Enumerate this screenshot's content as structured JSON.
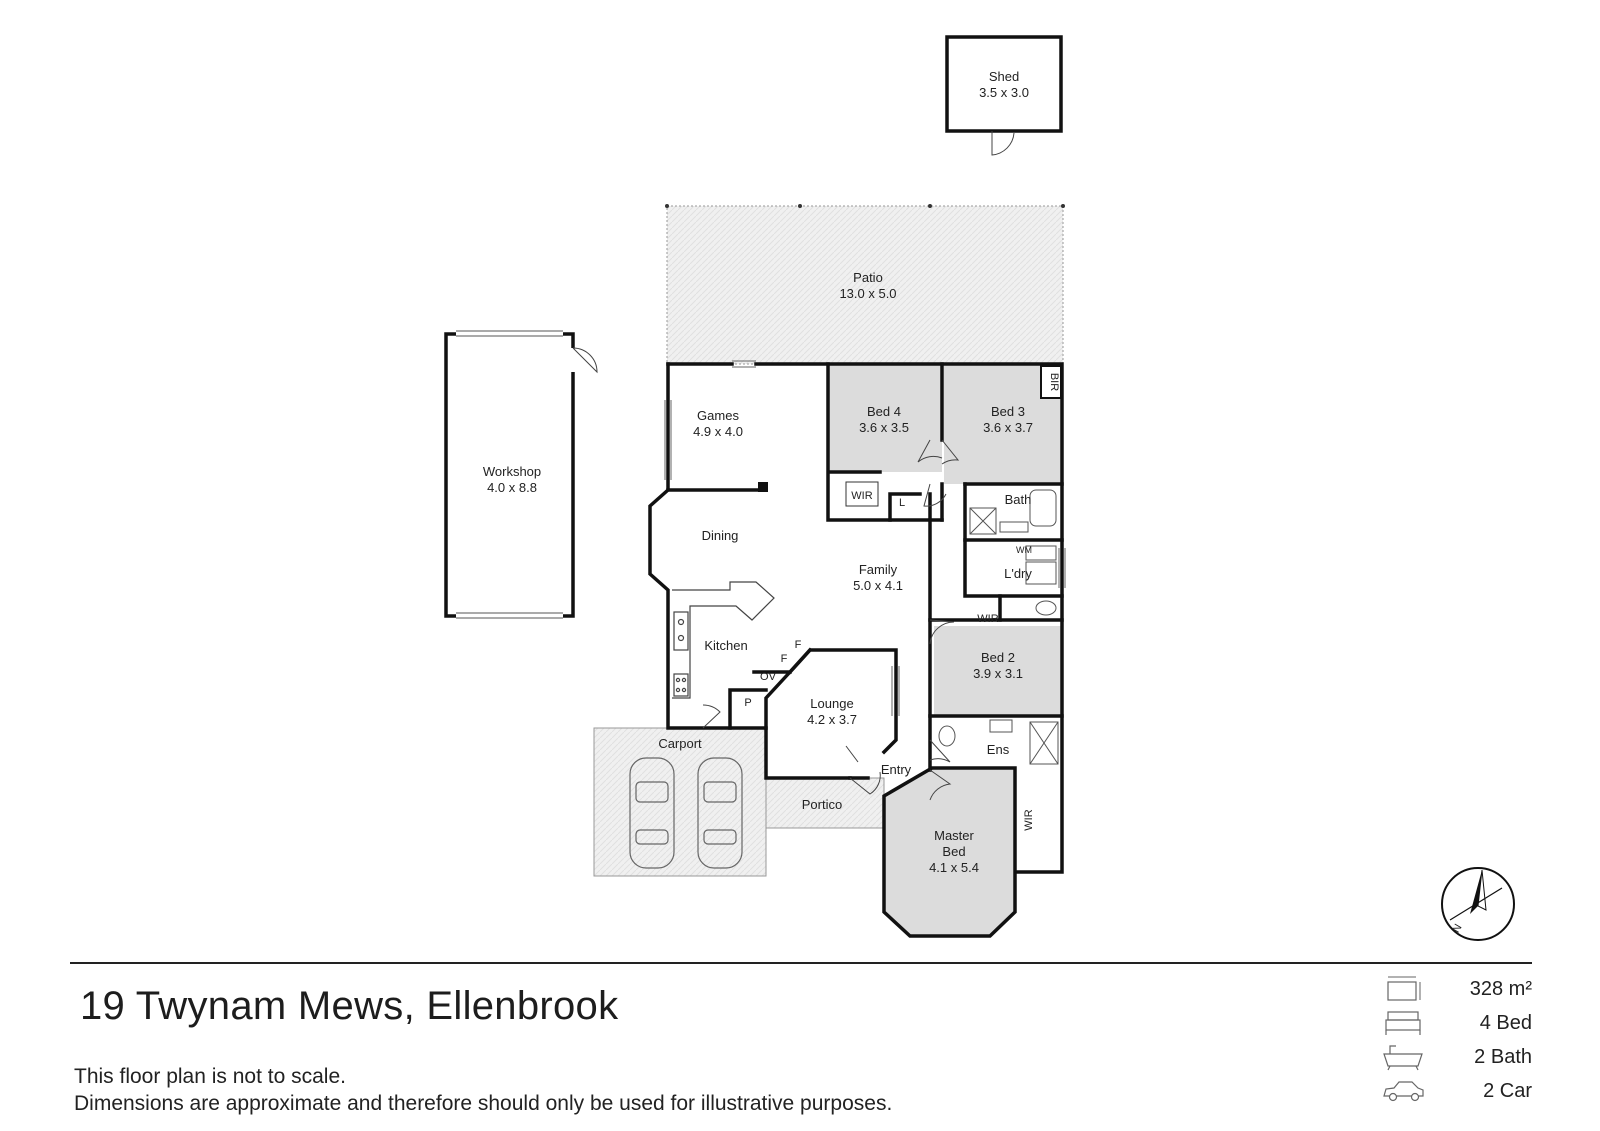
{
  "rooms": {
    "shed": {
      "name": "Shed",
      "dims": "3.5 x 3.0"
    },
    "patio": {
      "name": "Patio",
      "dims": "13.0 x 5.0"
    },
    "workshop": {
      "name": "Workshop",
      "dims": "4.0 x 8.8"
    },
    "games": {
      "name": "Games",
      "dims": "4.9 x 4.0"
    },
    "bed4": {
      "name": "Bed 4",
      "dims": "3.6 x 3.5"
    },
    "bed3": {
      "name": "Bed 3",
      "dims": "3.6 x 3.7"
    },
    "bir": {
      "name": "BIR"
    },
    "wir_bed4": {
      "name": "WIR"
    },
    "linen": {
      "name": "L"
    },
    "bath": {
      "name": "Bath"
    },
    "wm": {
      "name": "WM"
    },
    "laundry": {
      "name": "L'dry"
    },
    "dining": {
      "name": "Dining"
    },
    "family": {
      "name": "Family",
      "dims": "5.0 x 4.1"
    },
    "wir_bed2": {
      "name": "WIR"
    },
    "bed2": {
      "name": "Bed 2",
      "dims": "3.9 x 3.1"
    },
    "kitchen": {
      "name": "Kitchen"
    },
    "fridge1": {
      "name": "F"
    },
    "fridge2": {
      "name": "F"
    },
    "oven": {
      "name": "OV"
    },
    "pantry": {
      "name": "P"
    },
    "lounge": {
      "name": "Lounge",
      "dims": "4.2 x 3.7"
    },
    "ensuite": {
      "name": "Ens"
    },
    "carport": {
      "name": "Carport"
    },
    "entry": {
      "name": "Entry"
    },
    "portico": {
      "name": "Portico"
    },
    "master": {
      "name_line1": "Master",
      "name_line2": "Bed",
      "dims": "4.1 x 5.4"
    },
    "wir_master": {
      "name": "WIR"
    }
  },
  "compass": {
    "label": "N"
  },
  "address": "19 Twynam Mews, Ellenbrook",
  "disclaimer": {
    "line1": "This floor plan is not to scale.",
    "line2": "Dimensions are approximate and therefore should only be used for illustrative purposes."
  },
  "stats": {
    "area": {
      "value": "328 m²",
      "icon": "area-icon"
    },
    "bed": {
      "value": "4 Bed",
      "icon": "bed-icon"
    },
    "bath": {
      "value": "2 Bath",
      "icon": "bathtub-icon"
    },
    "car": {
      "value": "2 Car",
      "icon": "car-icon"
    }
  },
  "colors": {
    "wall": "#111111",
    "outdoor_fill": "#f1f1f1",
    "room_fill": "#dcdcdc"
  }
}
